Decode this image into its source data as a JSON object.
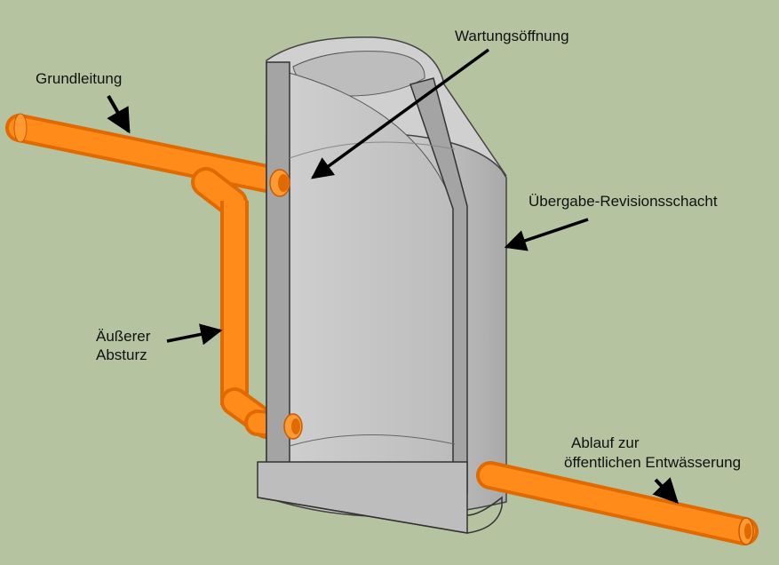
{
  "labels": {
    "grundleitung": "Grundleitung",
    "wartungsoeffnung": "Wartungsöffnung",
    "schacht": "Übergabe-Revisionsschacht",
    "absturz_line1": "Äußerer",
    "absturz_line2": "Absturz",
    "ablauf_line1": "Ablauf zur",
    "ablauf_line2": "öffentlichen Entwässerung"
  },
  "colors": {
    "background": "#b5c3a0",
    "concrete": "#c8c8c8",
    "concrete_dark": "#a9a9a9",
    "pipe": "#ff8c1a",
    "pipe_dark": "#e06a00",
    "arrow": "#000000"
  }
}
